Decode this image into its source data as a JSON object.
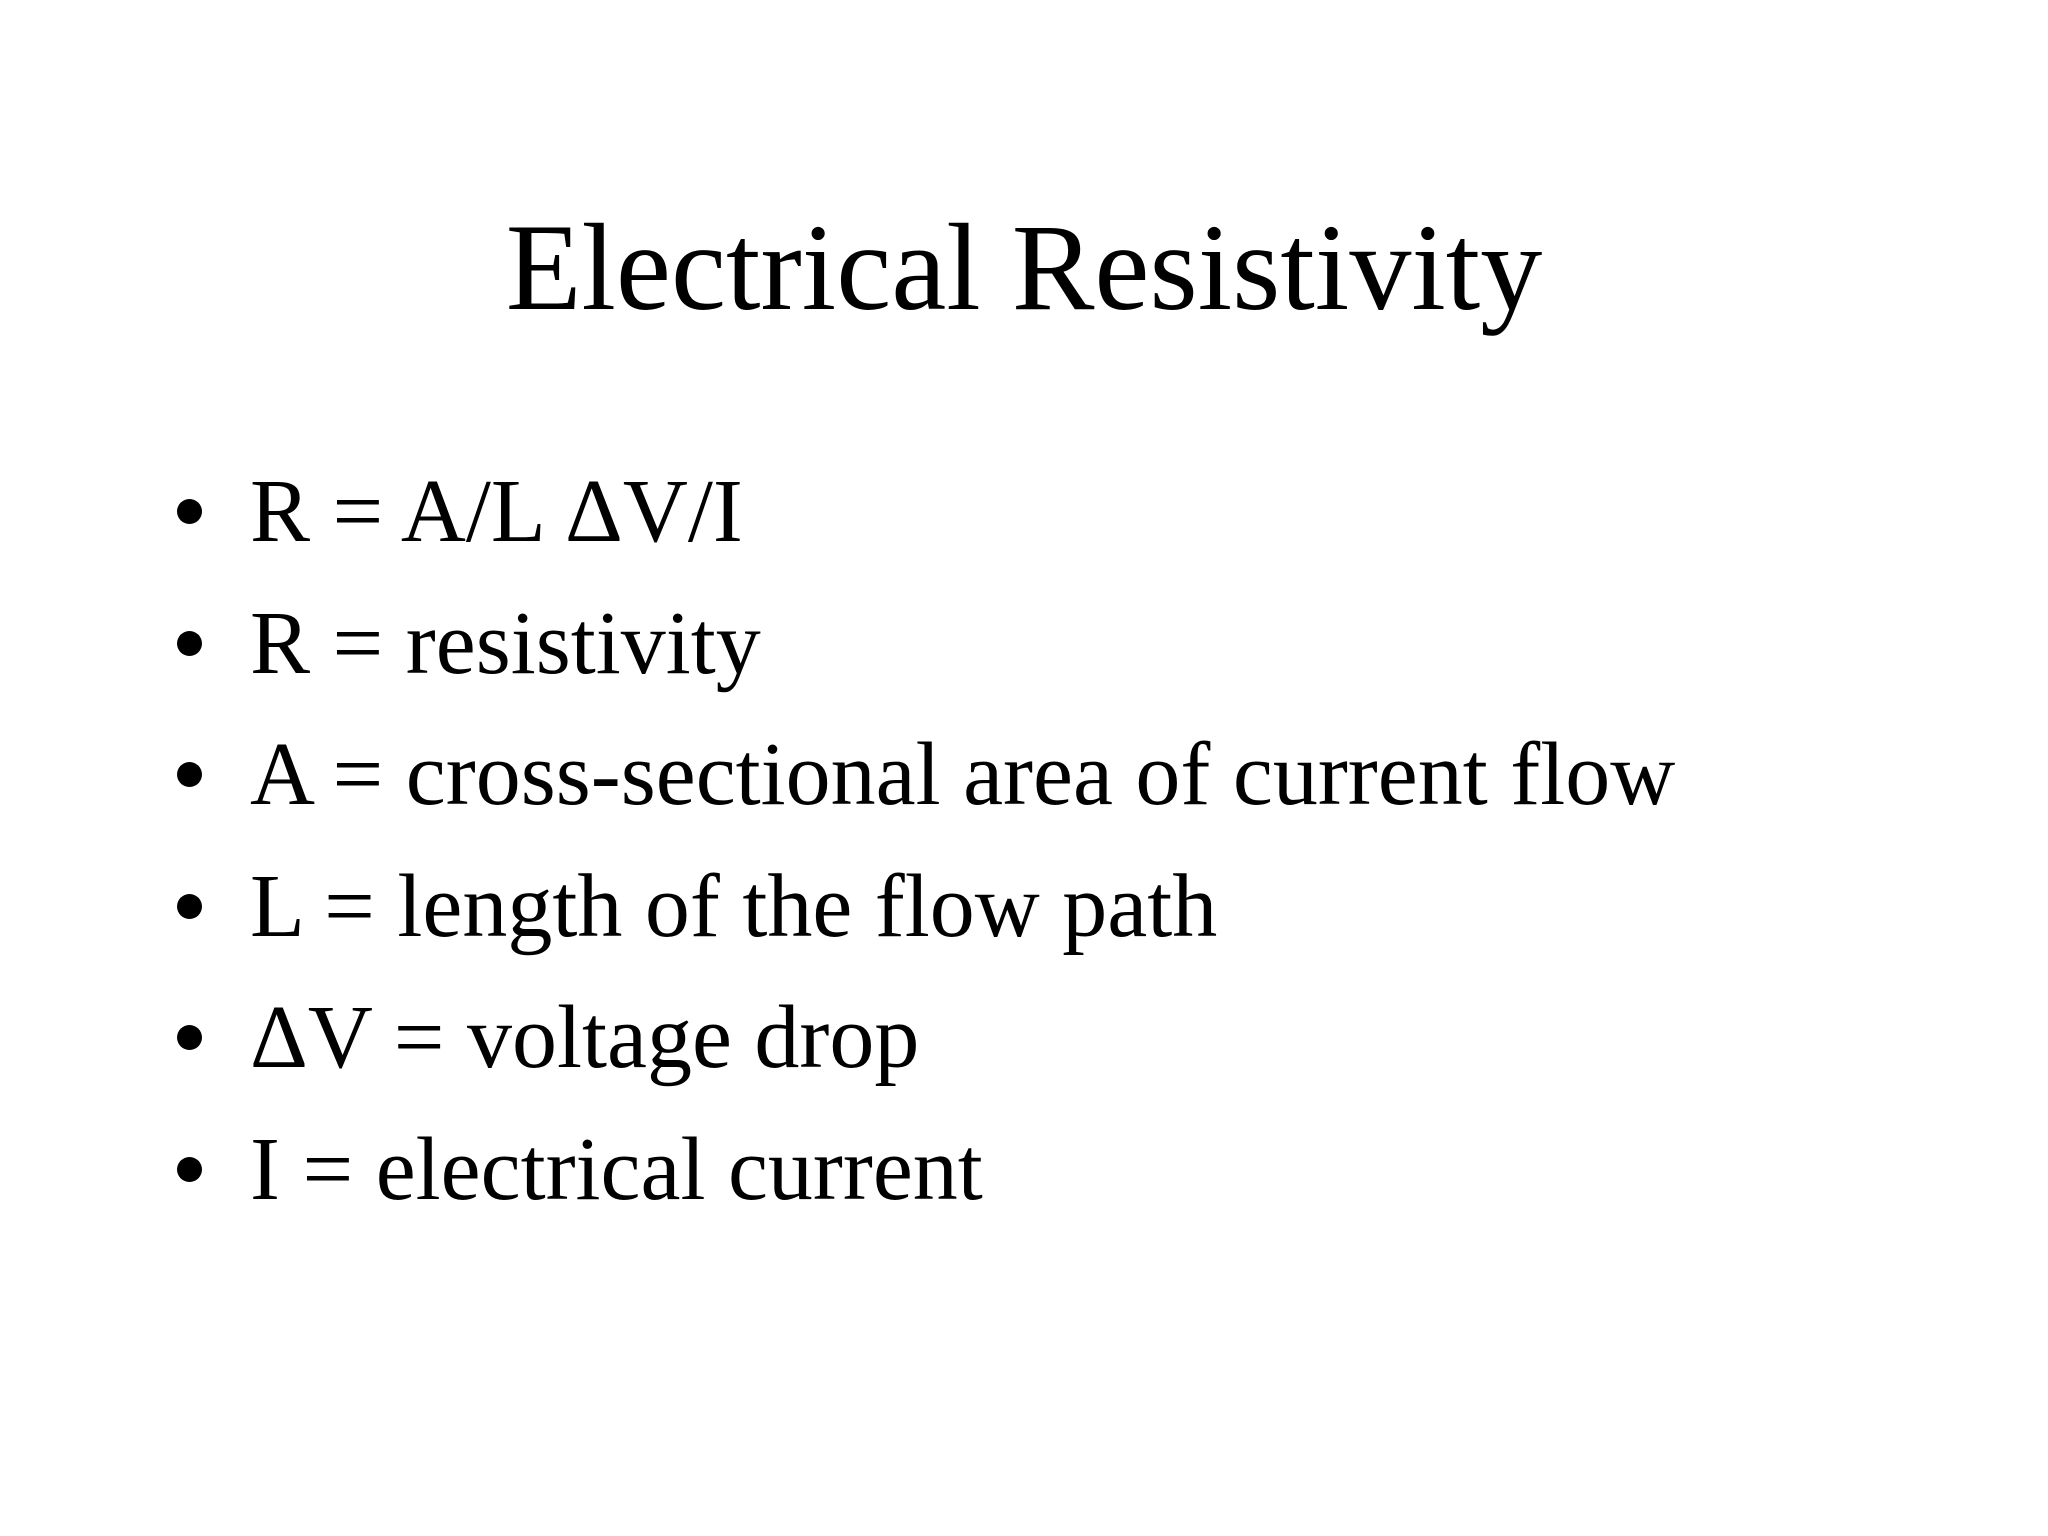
{
  "slide": {
    "title": "Electrical Resistivity",
    "bullets": [
      "R = A/L ΔV/I",
      "R = resistivity",
      "A = cross-sectional area of current flow",
      "L = length of the flow path",
      "ΔV = voltage drop",
      "I = electrical current"
    ],
    "colors": {
      "background": "#ffffff",
      "text": "#000000"
    }
  }
}
